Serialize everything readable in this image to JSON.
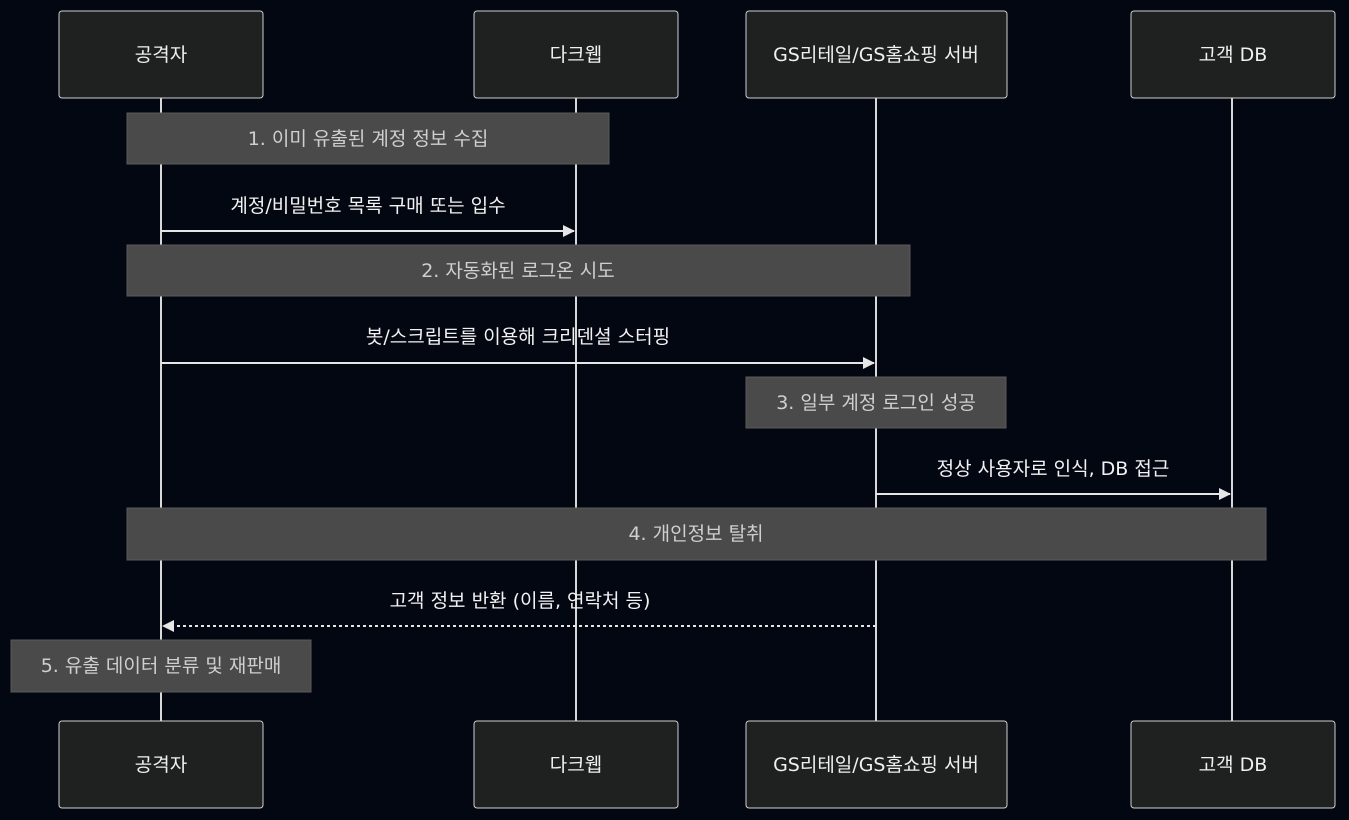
{
  "diagram": {
    "actors": [
      {
        "id": "attacker",
        "label": "공격자"
      },
      {
        "id": "darkweb",
        "label": "다크웹"
      },
      {
        "id": "server",
        "label": "GS리테일/GS홈쇼핑 서버"
      },
      {
        "id": "db",
        "label": "고객 DB"
      }
    ],
    "notes": [
      {
        "id": "note-1",
        "text": "1. 이미 유출된 계정 정보 수집"
      },
      {
        "id": "note-2",
        "text": "2. 자동화된 로그온 시도"
      },
      {
        "id": "note-3",
        "text": "3. 일부 계정 로그인 성공"
      },
      {
        "id": "note-4",
        "text": "4. 개인정보 탈취"
      },
      {
        "id": "note-5",
        "text": "5. 유출 데이터 분류 및 재판매"
      }
    ],
    "messages": [
      {
        "id": "msg-1",
        "from": "attacker",
        "to": "darkweb",
        "text": "계정/비밀번호 목록 구매 또는 입수",
        "style": "solid"
      },
      {
        "id": "msg-2",
        "from": "attacker",
        "to": "server",
        "text": "봇/스크립트를 이용해 크리덴셜 스터핑",
        "style": "solid"
      },
      {
        "id": "msg-3",
        "from": "server",
        "to": "db",
        "text": "정상 사용자로 인식, DB 접근",
        "style": "solid"
      },
      {
        "id": "msg-4",
        "from": "server",
        "to": "attacker",
        "text": "고객 정보 반환 (이름, 연락처 등)",
        "style": "dotted"
      }
    ]
  }
}
